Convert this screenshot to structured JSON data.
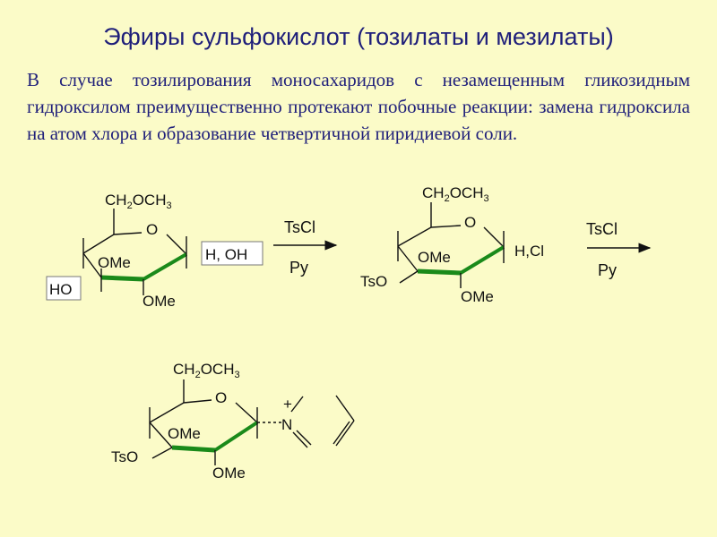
{
  "slide": {
    "title": "Эфиры сульфокислот (тозилаты и мезилаты)",
    "intro": "В случае тозилирования моносахаридов с незамещенным гликозидным гидроксилом преимущественно протекают побочные реакции: замена гидроксила на атом хлора и образование четвертичной пиридиевой соли."
  },
  "scheme": {
    "ch2_part1": "CH",
    "ch2_sub2": "2",
    "ch2_part2": "OCH",
    "ch2_sub3": "3",
    "ring_oxygen": "O",
    "ome": "OMe",
    "ho": "HO",
    "tso": "TsO",
    "anomeric_1": "H, OH",
    "anomeric_2": "H,Cl",
    "pyridinium_plus": "+",
    "pyridinium_n": "N",
    "reagent_top": "TsCl",
    "reagent_bottom": "Py"
  },
  "colors": {
    "title": "#1f1f7a",
    "bold_bond": "#1a8a1a",
    "background": "#fbfbc8"
  }
}
